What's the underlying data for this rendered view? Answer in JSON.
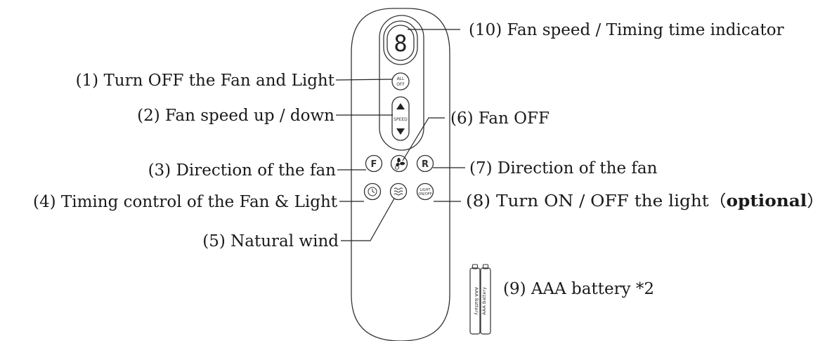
{
  "remote": {
    "display_digit": "8",
    "buttons": {
      "all_off": {
        "line1": "ALL",
        "line2": "OFF"
      },
      "speed": {
        "label": "SPEED"
      },
      "f": {
        "label": "F"
      },
      "r": {
        "label": "R"
      },
      "light": {
        "line1": "LIGHT",
        "line2": "ON/OFF"
      }
    }
  },
  "battery": {
    "label": "AAA Battery"
  },
  "callouts": {
    "c1": "(1) Turn OFF the Fan and Light",
    "c2": "(2) Fan speed up / down",
    "c3": "(3) Direction of the fan",
    "c4": "(4) Timing control of the Fan & Light",
    "c5": "(5) Natural wind",
    "c6": "(6) Fan OFF",
    "c7": "(7) Direction of the fan",
    "c8_prefix": "(8) Turn ON / OFF the light（",
    "c8_bold": "optional",
    "c8_suffix": "）",
    "c9": "(9) AAA battery *2",
    "c10": "(10) Fan speed / Timing time indicator"
  }
}
